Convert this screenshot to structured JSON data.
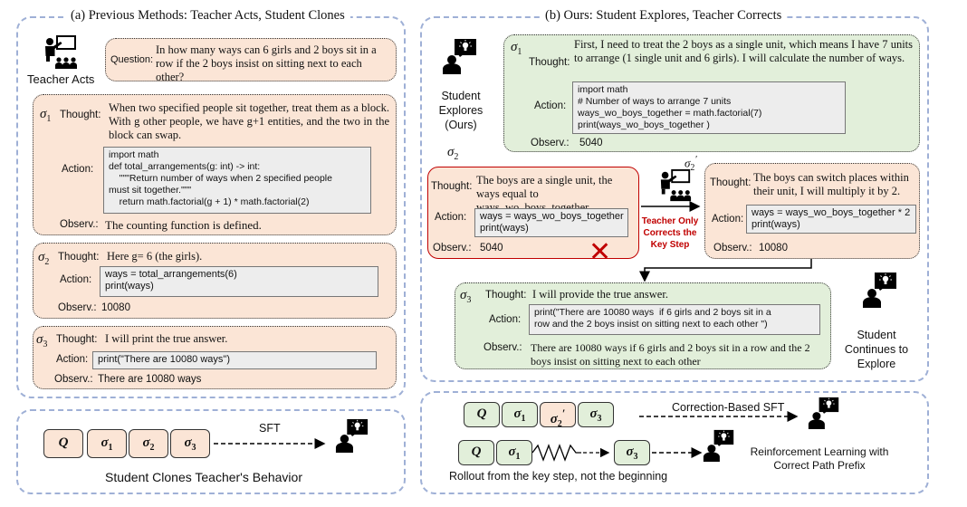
{
  "left": {
    "title": "(a) Previous Methods: Teacher Acts, Student Clones",
    "teacher_label": "Teacher Acts",
    "question_label": "Question:",
    "question_text": "In how many ways can 6 girls and 2 boys sit in a row if the 2 boys insist on sitting next to each other?",
    "s1": {
      "sigma": "σ",
      "sub": "1",
      "thought_label": "Thought:",
      "thought": "When two specified people sit together, treat them as a block. With g other people, we have g+1 entities, and the two in the block can swap.",
      "action_label": "Action:",
      "code": "import math\ndef total_arrangements(g: int) -> int:\n    \"\"\"Return number of ways when 2 specified people\nmust sit together.\"\"\"\n    return math.factorial(g + 1) * math.factorial(2)",
      "obs_label": "Observ.:",
      "obs": "The counting function is defined."
    },
    "s2": {
      "sigma": "σ",
      "sub": "2",
      "thought_label": "Thought:",
      "thought": "Here g= 6 (the girls).",
      "action_label": "Action:",
      "code": "ways = total_arrangements(6)\nprint(ways)",
      "obs_label": "Observ.:",
      "obs": "10080"
    },
    "s3": {
      "sigma": "σ",
      "sub": "3",
      "thought_label": "Thought:",
      "thought": "I will print the true answer.",
      "action_label": "Action:",
      "code": "print(\"There are 10080 ways\")",
      "obs_label": "Observ.:",
      "obs": "There are 10080 ways"
    },
    "bottom": {
      "tokens": [
        "Q",
        "σ",
        "σ",
        "σ"
      ],
      "subs": [
        "",
        "1",
        "2",
        "3"
      ],
      "sft_label": "SFT",
      "caption": "Student Clones Teacher's Behavior"
    }
  },
  "right": {
    "title": "(b) Ours: Student Explores, Teacher Corrects",
    "student_label": "Student Explores (Ours)",
    "student_continues": "Student Continues to Explore",
    "teacher_corrects": "Teacher Only Corrects the Key Step",
    "s1": {
      "sigma": "σ",
      "sub": "1",
      "thought_label": "Thought:",
      "thought": "First, I need to treat the 2 boys as a single unit, which means I have 7 units to arrange (1 single unit and 6 girls). I will calculate the number of ways.",
      "action_label": "Action:",
      "code": "import math\n# Number of ways to arrange 7 units\nways_wo_boys_together = math.factorial(7)\nprint(ways_wo_boys_together )",
      "obs_label": "Observ.:",
      "obs": "5040"
    },
    "s2": {
      "sigma": "σ",
      "sub": "2",
      "thought_label": "Thought:",
      "thought": "The boys are a single unit, the ways equal to ways_wo_boys_together",
      "action_label": "Action:",
      "code": "ways = ways_wo_boys_together\nprint(ways)",
      "obs_label": "Observ.:",
      "obs": "5040",
      "wrong_mark": "✕"
    },
    "s2p": {
      "sigma": "σ",
      "sub": "2",
      "sup": "′",
      "thought_label": "Thought:",
      "thought": "The boys can switch places within their unit, I will multiply it by 2.",
      "action_label": "Action:",
      "code": "ways = ways_wo_boys_together * 2\nprint(ways)",
      "obs_label": "Observ.:",
      "obs": "10080"
    },
    "s3": {
      "sigma": "σ",
      "sub": "3",
      "thought_label": "Thought:",
      "thought": "I will provide the  true answer.",
      "action_label": "Action:",
      "code": "print(\"There are 10080 ways  if 6 girls and 2 boys sit in a\nrow and the 2 boys insist on sitting next to each other \")",
      "obs_label": "Observ.:",
      "obs": "There are 10080 ways if 6 girls and 2 boys sit in a row and the 2 boys insist on sitting next to each other"
    },
    "bottom": {
      "row1_tokens": [
        "Q",
        "σ",
        "σ",
        "σ"
      ],
      "row1_subs": [
        "",
        "1",
        "2",
        "3"
      ],
      "correction_label": "Correction-Based  SFT",
      "row2_tokens": [
        "Q",
        "σ",
        "σ"
      ],
      "row2_subs": [
        "",
        "1",
        "3"
      ],
      "rl_label": "Reinforcement Learning with Correct Path Prefix",
      "rollout_caption": "Rollout from the key step, not the beginning"
    }
  },
  "colors": {
    "orange": "#fbe5d6",
    "green": "#e2efda",
    "panel_border": "#9fb0d6",
    "error_red": "#c00000"
  }
}
